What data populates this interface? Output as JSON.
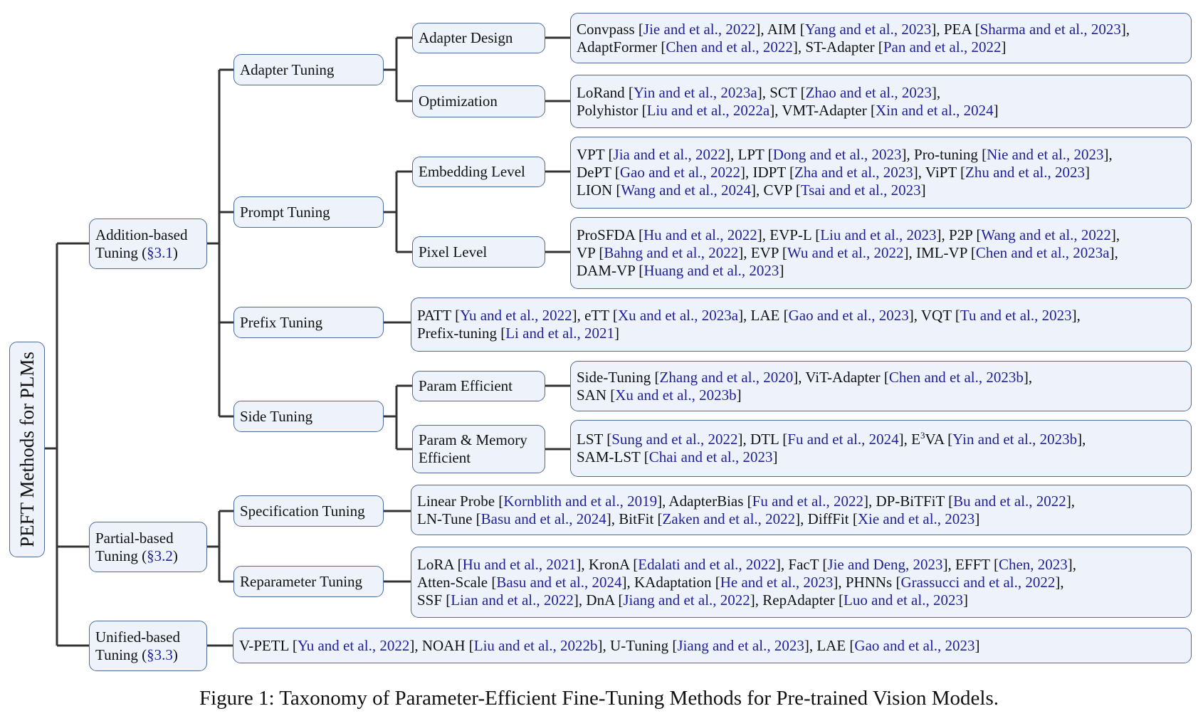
{
  "colors": {
    "box_border": "#4d6b9a",
    "box_fill": "#eef3fb",
    "citation": "#1f1f9a",
    "connector": "#333333"
  },
  "root": {
    "label": "PEFT Methods for PLMs"
  },
  "categories": {
    "addition": {
      "line1": "Addition-based",
      "line2a": "Tuning (",
      "ref": "§3.1",
      "line2b": ")"
    },
    "partial": {
      "line1": "Partial-based",
      "line2a": "Tuning (",
      "ref": "§3.2",
      "line2b": ")"
    },
    "unified": {
      "line1": "Unified-based",
      "line2a": "Tuning (",
      "ref": "§3.3",
      "line2b": ")"
    }
  },
  "methods": {
    "adapter_tuning": "Adapter Tuning",
    "prompt_tuning": "Prompt Tuning",
    "prefix_tuning": "Prefix Tuning",
    "side_tuning": "Side Tuning",
    "specification_tuning": "Specification Tuning",
    "reparameter_tuning": "Reparameter Tuning"
  },
  "subcategories": {
    "adapter_design": "Adapter Design",
    "optimization": "Optimization",
    "embedding_level": "Embedding Level",
    "pixel_level": "Pixel Level",
    "param_efficient": "Param Efficient",
    "param_memory_line1": "Param & Memory",
    "param_memory_line2": "Efficient"
  },
  "leaves": {
    "adapter_design": [
      [
        {
          "m": "Convpass [",
          "c": "Jie and et al., 2022"
        },
        {
          "m": "], AIM [",
          "c": "Yang and et al., 2023"
        },
        {
          "m": "], PEA [",
          "c": "Sharma and et al., 2023"
        },
        {
          "m": "],"
        }
      ],
      [
        {
          "m": "AdaptFormer [",
          "c": "Chen and et al., 2022"
        },
        {
          "m": "], ST-Adapter [",
          "c": "Pan and et al., 2022"
        },
        {
          "m": "]"
        }
      ]
    ],
    "optimization": [
      [
        {
          "m": "LoRand [",
          "c": "Yin and et al., 2023a"
        },
        {
          "m": "], SCT [",
          "c": "Zhao and et al., 2023"
        },
        {
          "m": "],"
        }
      ],
      [
        {
          "m": "Polyhistor [",
          "c": "Liu and et al., 2022a"
        },
        {
          "m": "], VMT-Adapter [",
          "c": "Xin and et al., 2024"
        },
        {
          "m": "]"
        }
      ]
    ],
    "embedding_level": [
      [
        {
          "m": "VPT [",
          "c": "Jia and et al., 2022"
        },
        {
          "m": "], LPT [",
          "c": "Dong and et al., 2023"
        },
        {
          "m": "], Pro-tuning [",
          "c": "Nie and et al., 2023"
        },
        {
          "m": "],"
        }
      ],
      [
        {
          "m": "DePT [",
          "c": "Gao and et al., 2022"
        },
        {
          "m": "], IDPT [",
          "c": "Zha and et al., 2023"
        },
        {
          "m": "], ViPT [",
          "c": "Zhu and et al., 2023"
        },
        {
          "m": "]"
        }
      ],
      [
        {
          "m": "LION [",
          "c": "Wang and et al., 2024"
        },
        {
          "m": "], CVP [",
          "c": "Tsai and et al., 2023"
        },
        {
          "m": "]"
        }
      ]
    ],
    "pixel_level": [
      [
        {
          "m": "ProSFDA [",
          "c": "Hu and et al., 2022"
        },
        {
          "m": "], EVP-L [",
          "c": "Liu and et al., 2023"
        },
        {
          "m": "], P2P [",
          "c": "Wang and et al., 2022"
        },
        {
          "m": "],"
        }
      ],
      [
        {
          "m": "VP [",
          "c": "Bahng and et al., 2022"
        },
        {
          "m": "], EVP [",
          "c": "Wu and et al., 2022"
        },
        {
          "m": "], IML-VP [",
          "c": "Chen and et al., 2023a"
        },
        {
          "m": "],"
        }
      ],
      [
        {
          "m": "DAM-VP [",
          "c": "Huang and et al., 2023"
        },
        {
          "m": "]"
        }
      ]
    ],
    "prefix_tuning": [
      [
        {
          "m": "PATT [",
          "c": "Yu and et al., 2022"
        },
        {
          "m": "], eTT [",
          "c": "Xu and et al., 2023a"
        },
        {
          "m": "], LAE [",
          "c": "Gao and et al., 2023"
        },
        {
          "m": "], VQT [",
          "c": "Tu and et al., 2023"
        },
        {
          "m": "],"
        }
      ],
      [
        {
          "m": "Prefix-tuning [",
          "c": "Li and et al., 2021"
        },
        {
          "m": "]"
        }
      ]
    ],
    "param_efficient": [
      [
        {
          "m": "Side-Tuning [",
          "c": "Zhang and et al., 2020"
        },
        {
          "m": "], ViT-Adapter [",
          "c": "Chen and et al., 2023b"
        },
        {
          "m": "],"
        }
      ],
      [
        {
          "m": "SAN [",
          "c": "Xu and et al., 2023b"
        },
        {
          "m": "]"
        }
      ]
    ],
    "param_memory": [
      [
        {
          "m": "LST [",
          "c": "Sung and et al., 2022"
        },
        {
          "m": "], DTL [",
          "c": "Fu and et al., 2024"
        },
        {
          "m": "], E",
          "sup": "3",
          "m2": "VA [",
          "c": "Yin and et al., 2023b"
        },
        {
          "m": "],"
        }
      ],
      [
        {
          "m": "SAM-LST [",
          "c": "Chai and et al., 2023"
        },
        {
          "m": "]"
        }
      ]
    ],
    "specification_tuning": [
      [
        {
          "m": "Linear Probe [",
          "c": "Kornblith and et al., 2019"
        },
        {
          "m": "], AdapterBias [",
          "c": "Fu and et al., 2022"
        },
        {
          "m": "], DP-BiTFiT [",
          "c": "Bu and et al., 2022"
        },
        {
          "m": "],"
        }
      ],
      [
        {
          "m": "LN-Tune [",
          "c": "Basu and et al., 2024"
        },
        {
          "m": "], BitFit [",
          "c": "Zaken and et al., 2022"
        },
        {
          "m": "], DiffFit [",
          "c": "Xie and et al., 2023"
        },
        {
          "m": "]"
        }
      ]
    ],
    "reparameter_tuning": [
      [
        {
          "m": "LoRA [",
          "c": "Hu and et al., 2021"
        },
        {
          "m": "], KronA [",
          "c": "Edalati and et al., 2022"
        },
        {
          "m": "], FacT [",
          "c": "Jie and Deng, 2023"
        },
        {
          "m": "], EFFT [",
          "c": "Chen, 2023"
        },
        {
          "m": "],"
        }
      ],
      [
        {
          "m": "Atten-Scale [",
          "c": "Basu and et al., 2024"
        },
        {
          "m": "], KAdaptation [",
          "c": "He and et al., 2023"
        },
        {
          "m": "], PHNNs [",
          "c": "Grassucci and et al., 2022"
        },
        {
          "m": "],"
        }
      ],
      [
        {
          "m": "SSF [",
          "c": "Lian and et al., 2022"
        },
        {
          "m": "], DnA [",
          "c": "Jiang and et al., 2022"
        },
        {
          "m": "], RepAdapter [",
          "c": "Luo and et al., 2023"
        },
        {
          "m": "]"
        }
      ]
    ],
    "unified": [
      [
        {
          "m": "V-PETL [",
          "c": "Yu and et al., 2022"
        },
        {
          "m": "], NOAH [",
          "c": "Liu and et al., 2022b"
        },
        {
          "m": "], U-Tuning [",
          "c": "Jiang and et al., 2023"
        },
        {
          "m": "], LAE [",
          "c": "Gao and et al., 2023"
        },
        {
          "m": "]"
        }
      ]
    ]
  },
  "caption": "Figure 1: Taxonomy of Parameter-Efficient Fine-Tuning Methods for Pre-trained Vision Models."
}
